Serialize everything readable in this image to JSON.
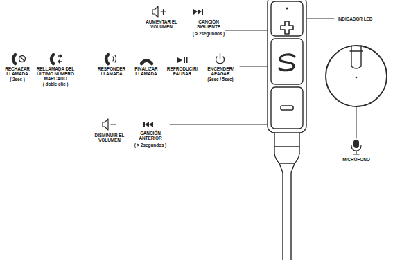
{
  "diagram": {
    "labels": [
      "AUMENTAR EL VOLUMEN",
      "CANCIÓN SIGUIENTE",
      "( > 2segundos )",
      "INDICADOR LED",
      "RECHAZAR LLAMADA",
      "( 2sec )",
      "RELLAMADA DEL ÚLTIMO NÚMERO MARCADO",
      "( doble clic )",
      "RESPONDER LLAMADA",
      "FINALIZAR LLAMADA",
      "REPRODUCIR/ PAUSAR",
      "ENCENDER/ APAGAR",
      "(3sec / 5sec)",
      "DISMINUIR EL VOLUMEN",
      "CANCIÓN ANTERIOR",
      "( > 2segundos )",
      "MICRÓFONO"
    ]
  }
}
